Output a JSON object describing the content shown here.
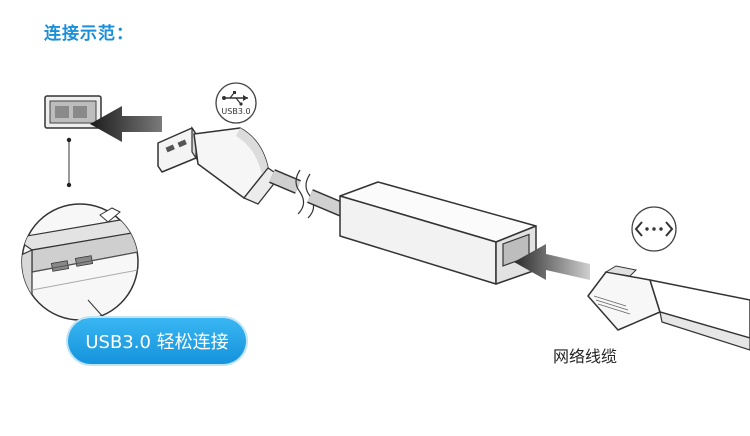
{
  "title": "连接示范：",
  "usb_icon_label": "USB3.0",
  "callout_label": "USB3.0 轻松连接",
  "cable_label": "网络线缆",
  "icons": [
    "usb-icon",
    "ethernet-icon"
  ],
  "colors": {
    "accent": "#1a8fd8",
    "pill_top": "#39b6f2",
    "pill_bottom": "#1593dc",
    "line": "#333333"
  }
}
